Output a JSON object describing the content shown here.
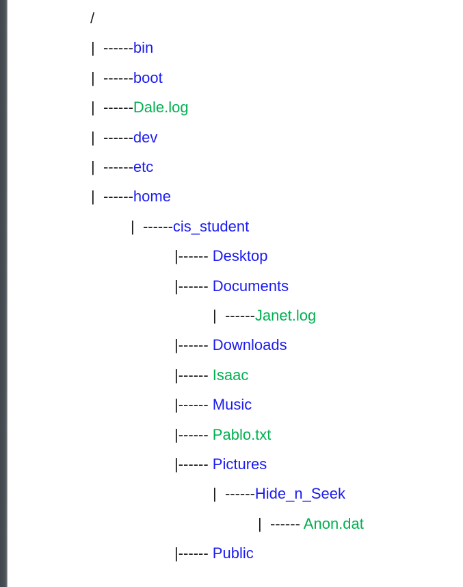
{
  "window": {
    "edge_color": "#474f54",
    "background": "#ffffff"
  },
  "colors": {
    "directory": "#1b1bf0",
    "file": "#00b050",
    "root": "#1a1a1a",
    "branch": "#1a1a1a"
  },
  "tree": {
    "rows": [
      {
        "prefix": "",
        "label": "/",
        "kind": "root",
        "depth": 0
      },
      {
        "prefix": "|  ------",
        "label": "bin",
        "kind": "directory",
        "depth": 1
      },
      {
        "prefix": "|  ------",
        "label": "boot",
        "kind": "directory",
        "depth": 1
      },
      {
        "prefix": "|  ------",
        "label": "Dale.log",
        "kind": "file",
        "depth": 1
      },
      {
        "prefix": "|  ------",
        "label": "dev",
        "kind": "directory",
        "depth": 1
      },
      {
        "prefix": "|  ------",
        "label": "etc",
        "kind": "directory",
        "depth": 1
      },
      {
        "prefix": "|  ------",
        "label": "home",
        "kind": "directory",
        "depth": 1
      },
      {
        "prefix": "|  ------",
        "label": "cis_student",
        "kind": "directory",
        "depth": 2
      },
      {
        "prefix": "|------ ",
        "label": "Desktop",
        "kind": "directory",
        "depth": 3
      },
      {
        "prefix": "|------ ",
        "label": "Documents",
        "kind": "directory",
        "depth": 3
      },
      {
        "prefix": "|  ------",
        "label": "Janet.log",
        "kind": "file",
        "depth": 4
      },
      {
        "prefix": "|------ ",
        "label": "Downloads",
        "kind": "directory",
        "depth": 3
      },
      {
        "prefix": "|------ ",
        "label": "Isaac",
        "kind": "file",
        "depth": 3
      },
      {
        "prefix": "|------ ",
        "label": "Music",
        "kind": "directory",
        "depth": 3
      },
      {
        "prefix": "|------ ",
        "label": "Pablo.txt",
        "kind": "file",
        "depth": 3
      },
      {
        "prefix": "|------ ",
        "label": "Pictures",
        "kind": "directory",
        "depth": 3
      },
      {
        "prefix": "|  ------",
        "label": "Hide_n_Seek",
        "kind": "directory",
        "depth": 4
      },
      {
        "prefix": "|  ------ ",
        "label": "Anon.dat",
        "kind": "file",
        "depth": 5
      },
      {
        "prefix": "|------ ",
        "label": "Public",
        "kind": "directory",
        "depth": 3
      }
    ]
  }
}
